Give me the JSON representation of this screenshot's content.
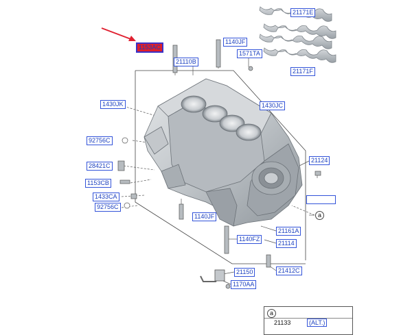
{
  "labels": {
    "l21171e": "21171E",
    "l21171f": "21171F",
    "l1153ac": "1153AC",
    "l1140jf_top": "1140JF",
    "l1571ta": "1571TA",
    "l21110b": "21110B",
    "l1430jk": "1430JK",
    "l1430jc": "1430JC",
    "l92756c_a": "92756C",
    "l28421c": "28421C",
    "l21124": "21124",
    "l1153cb": "1153CB",
    "l1433ca": "1433CA",
    "l92756c_b": "92756C",
    "l1140jf_bot": "1140JF",
    "l21161a": "21161A",
    "l1140fz": "1140FZ",
    "l21114": "21114",
    "l21150": "21150",
    "l21412c": "21412C",
    "l1170aa": "1170AA"
  },
  "callout": "a",
  "legend": {
    "marker": "a",
    "part": "21133",
    "alt": "(ALT.)"
  },
  "colors": {
    "label_text": "#1a3fbf",
    "label_border": "#3152d9",
    "highlight": "#e0202a",
    "arrow": "#e02030"
  }
}
